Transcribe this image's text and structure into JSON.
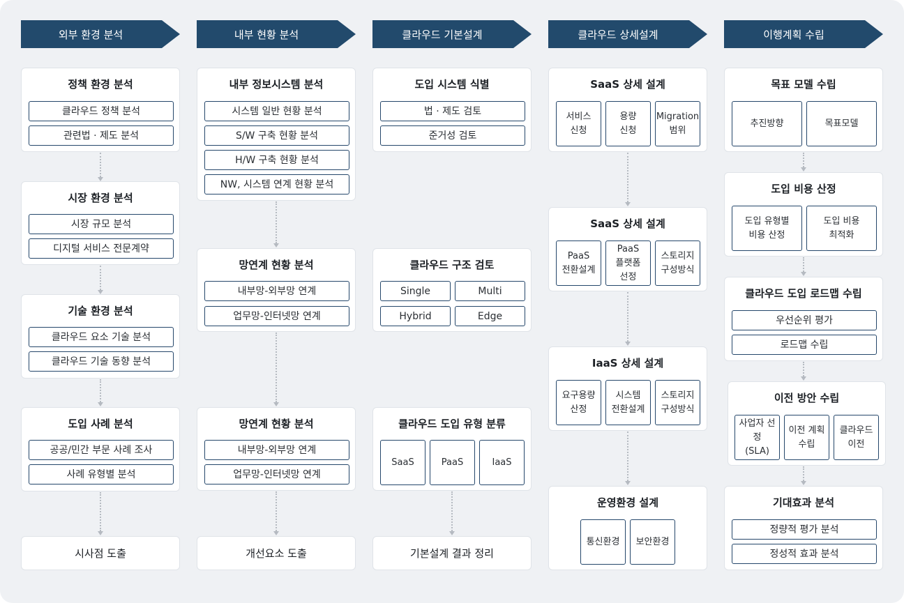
{
  "columns": [
    {
      "header": "외부 환경 분석",
      "cards": [
        {
          "title": "정책 환경 분석",
          "items": [
            "클라우드 정책 분석",
            "관련법 · 제도 분석"
          ]
        },
        {
          "title": "시장 환경 분석",
          "items": [
            "시장 규모 분석",
            "디지털 서비스 전문계약"
          ]
        },
        {
          "title": "기술 환경 분석",
          "items": [
            "클라우드 요소 기술 분석",
            "클라우드 기술 동향 분석"
          ]
        },
        {
          "title": "도입 사례 분석",
          "items": [
            "공공/민간 부문 사례 조사",
            "사례 유형별 분석"
          ]
        }
      ],
      "result": "시사점 도출"
    },
    {
      "header": "내부 현황 분석",
      "cards": [
        {
          "title": "내부 정보시스템 분석",
          "items": [
            "시스템 일반 현황 분석",
            "S/W 구축 현황 분석",
            "H/W 구축 현황 분석",
            "NW, 시스템 연계 현황 분석"
          ]
        },
        {
          "title": "망연계 현황 분석",
          "items": [
            "내부망-외부망 연계",
            "업무망-인터넷망 연계"
          ]
        },
        {
          "title": "망연계 현황 분석",
          "items": [
            "내부망-외부망 연계",
            "업무망-인터넷망 연계"
          ]
        }
      ],
      "result": "개선요소 도출"
    },
    {
      "header": "클라우드 기본설계",
      "cards": [
        {
          "title": "도입 시스템 식별",
          "items": [
            "법 · 제도 검토",
            "준거성 검토"
          ]
        },
        {
          "title": "클라우드 구조 검토",
          "items": [
            "Single",
            "Multi",
            "Hybrid",
            "Edge"
          ]
        },
        {
          "title": "클라우드 도입 유형 분류",
          "items": [
            "SaaS",
            "PaaS",
            "IaaS"
          ]
        }
      ],
      "result": "기본설계 결과 정리"
    },
    {
      "header": "클라우드 상세설계",
      "cards": [
        {
          "title": "SaaS 상세 설계",
          "items": [
            "서비스\n신청",
            "용량\n신청",
            "Migration\n범위"
          ]
        },
        {
          "title": "SaaS 상세 설계",
          "items": [
            "PaaS\n전환설계",
            "PaaS\n플랫폼\n선정",
            "스토리지\n구성방식"
          ]
        },
        {
          "title": "IaaS 상세 설계",
          "items": [
            "요구용량\n산정",
            "시스템\n전환설계",
            "스토리지\n구성방식"
          ]
        },
        {
          "title": "운영환경 설계",
          "items": [
            "통신환경",
            "보안환경"
          ]
        }
      ]
    },
    {
      "header": "이행계획 수립",
      "cards": [
        {
          "title": "목표 모델 수립",
          "items": [
            "추진방향",
            "목표모델"
          ]
        },
        {
          "title": "도입 비용 산정",
          "items": [
            "도입 유형별\n비용 산정",
            "도입 비용\n최적화"
          ]
        },
        {
          "title": "클라우드 도입 로드맵 수립",
          "items": [
            "우선순위 평가",
            "로드맵 수립"
          ]
        },
        {
          "title": "이전 방안 수립",
          "items": [
            "사업자 선정\n(SLA)",
            "이전 계획\n수립",
            "클라우드\n이전"
          ]
        },
        {
          "title": "기대효과 분석",
          "items": [
            "정량적 평가 분석",
            "정성적 효과 분석"
          ]
        }
      ]
    }
  ],
  "colors": {
    "header": "#224a6c",
    "item_border": "#24466a",
    "background": "#eff1f4"
  }
}
